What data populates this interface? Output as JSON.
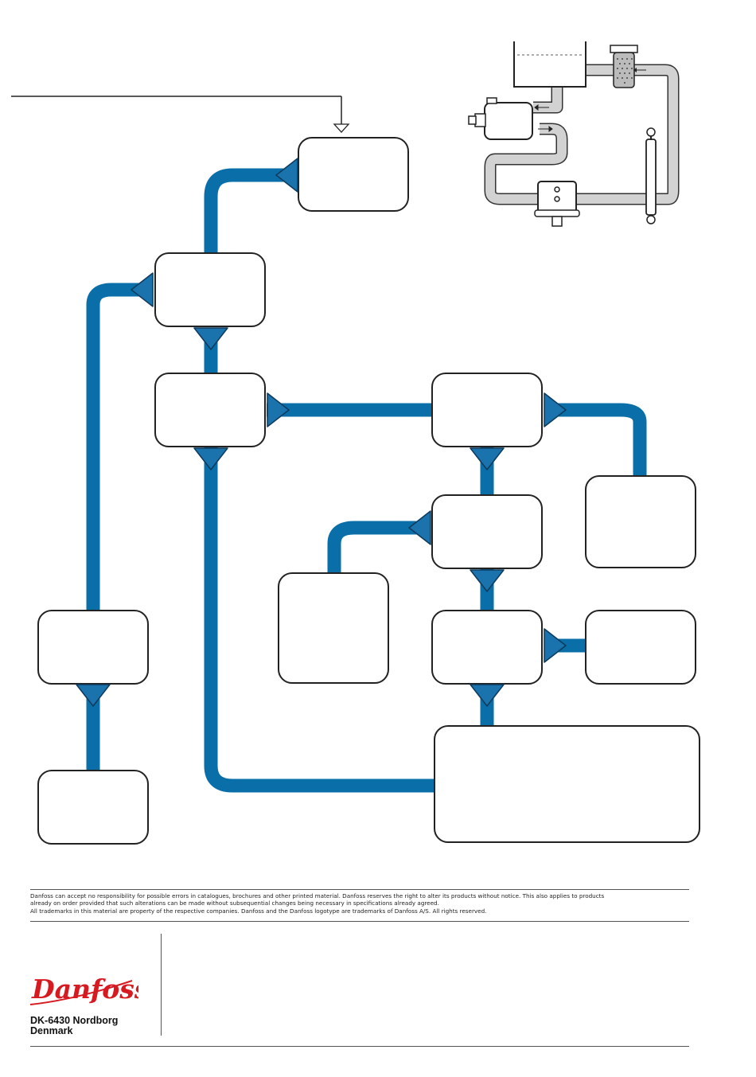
{
  "colors": {
    "flow": "#0a6fa9",
    "arrow": "#1b73ad",
    "box_stroke": "#222222",
    "schematic_fill": "#cfcfcf",
    "logo_red": "#d71920"
  },
  "footer": {
    "disclaimer_lines": [
      "Danfoss can accept no responsibility for possible errors in catalogues, brochures and other printed material. Danfoss reserves the right to alter its products without notice. This also applies to products",
      "already on order provided that such alterations can be made without subsequential changes being necessary in specifications already agreed.",
      "All trademarks in this material are property of the respective companies. Danfoss and the Danfoss logotype are trademarks of Danfoss A/S. All rights reserved."
    ],
    "logo_text": "Danfoss",
    "address_line1": "DK-6430 Nordborg",
    "address_line2": "Denmark"
  }
}
